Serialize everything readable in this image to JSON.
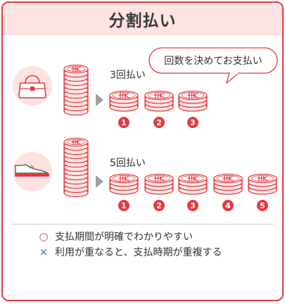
{
  "title": "分割払い",
  "bubble": "回数を決めてお支払い",
  "coin_mark": "HK",
  "rows": [
    {
      "label": "3回払い",
      "product": "handbag-icon",
      "installments": [
        "1",
        "2",
        "3"
      ]
    },
    {
      "label": "5回払い",
      "product": "shoe-icon",
      "installments": [
        "1",
        "2",
        "3",
        "4",
        "5"
      ]
    }
  ],
  "notes": [
    {
      "icon": "○",
      "kind": "positive",
      "text": "支払期間が明確でわかりやすい"
    },
    {
      "icon": "×",
      "kind": "negative",
      "text": "利用が重なると、支払時期が重複する"
    }
  ],
  "colors": {
    "accent": "#e7383f",
    "header_bg": "#fde3e2",
    "coin_fill": "#fde7e6",
    "product_circle": "#fde3e2",
    "arrow": "#9e9e9e",
    "negative": "#3b6fc6"
  }
}
